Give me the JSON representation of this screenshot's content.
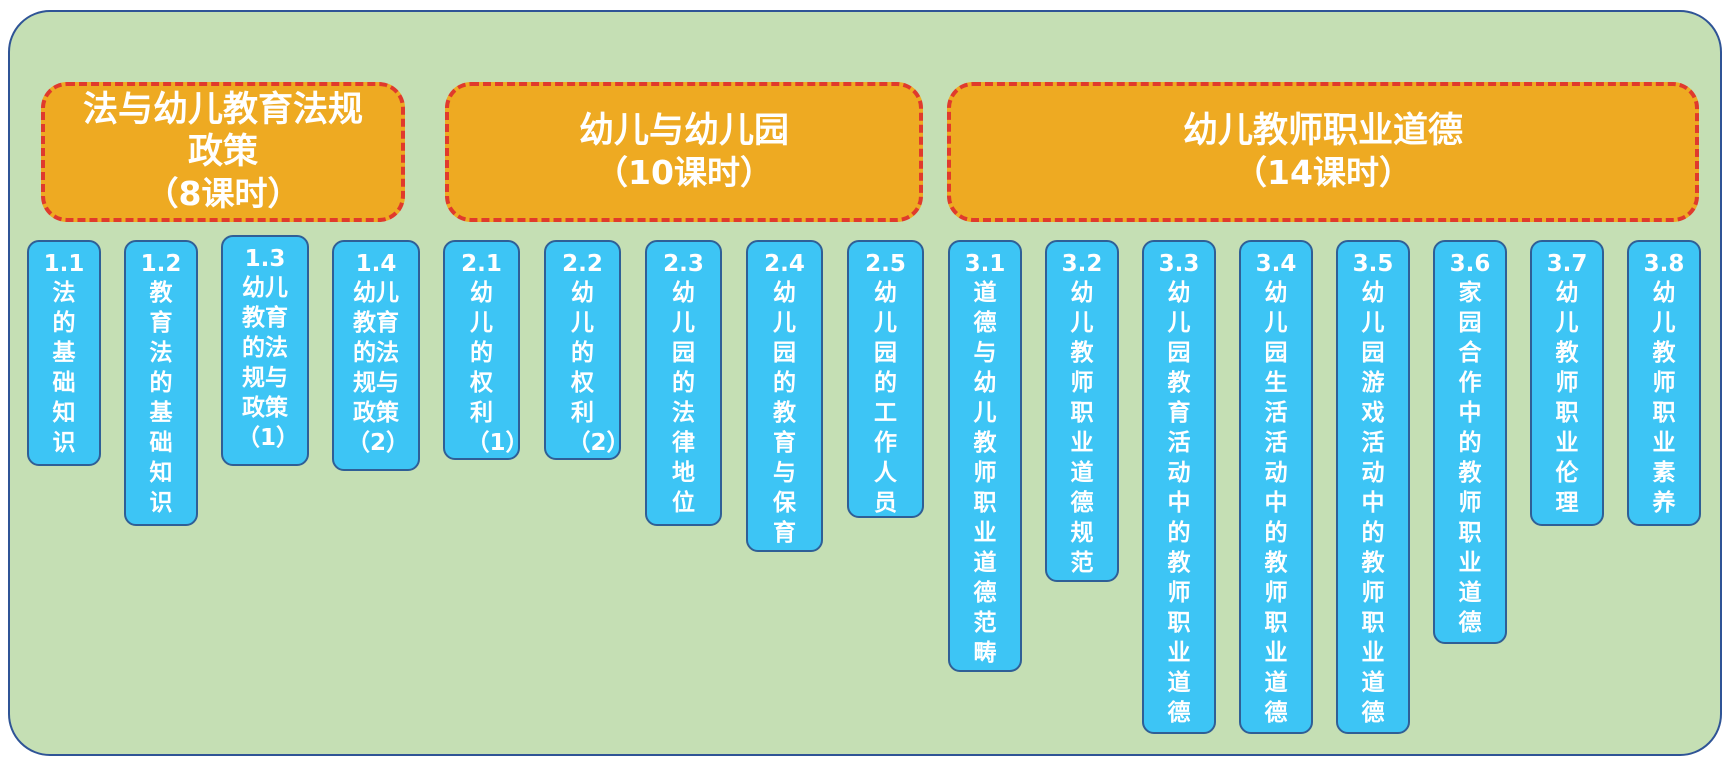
{
  "colors": {
    "panel_fill": "#c5dfb4",
    "panel_border": "#2f5496",
    "header_fill": "#eeaa22",
    "header_dash": "#e03a2c",
    "item_fill": "#3dc5f5",
    "item_border": "#2f5f96",
    "text": "#ffffff"
  },
  "groups": [
    {
      "title": "法与幼儿教育法规政策",
      "hours": "（8课时）",
      "items": [
        {
          "num": "1.1",
          "label": "法的基础知识"
        },
        {
          "num": "1.2",
          "label": "教育法的基础知识"
        },
        {
          "num": "1.3",
          "label": "幼儿教育的法规与政策（1）"
        },
        {
          "num": "1.4",
          "label": "幼儿教育的法规与政策（2）"
        }
      ]
    },
    {
      "title": "幼儿与幼儿园",
      "hours": "（10课时）",
      "items": [
        {
          "num": "2.1",
          "label": "幼儿的权利（1）"
        },
        {
          "num": "2.2",
          "label": "幼儿的权利（2）"
        },
        {
          "num": "2.3",
          "label": "幼儿园的法律地位"
        },
        {
          "num": "2.4",
          "label": "幼儿园的教育与保育"
        },
        {
          "num": "2.5",
          "label": "幼儿园的工作人员"
        }
      ]
    },
    {
      "title": "幼儿教师职业道德",
      "hours": "（14课时）",
      "items": [
        {
          "num": "3.1",
          "label": "道德与幼儿教师职业道德范畴"
        },
        {
          "num": "3.2",
          "label": "幼儿教师职业道德规范"
        },
        {
          "num": "3.3",
          "label": "幼儿园教育活动中的教师职业道德"
        },
        {
          "num": "3.4",
          "label": "幼儿园生活活动中的教师职业道德"
        },
        {
          "num": "3.5",
          "label": "幼儿园游戏活动中的教师职业道德"
        },
        {
          "num": "3.6",
          "label": "家园合作中的教师职业道德"
        },
        {
          "num": "3.7",
          "label": "幼儿教师职业伦理"
        },
        {
          "num": "3.8",
          "label": "幼儿教师职业素养"
        }
      ]
    }
  ]
}
